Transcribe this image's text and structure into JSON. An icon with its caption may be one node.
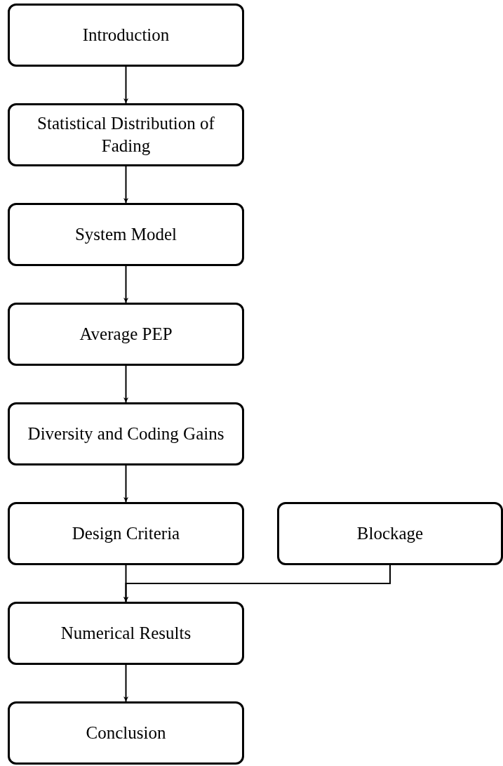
{
  "diagram": {
    "nodes": [
      {
        "text": [
          "Introduction"
        ]
      },
      {
        "text": [
          "Statistical Distribution of Fading"
        ]
      },
      {
        "text": [
          "System Model"
        ]
      },
      {
        "text": [
          "Average PEP"
        ]
      },
      {
        "text": [
          "Diversity and Coding Gains"
        ]
      },
      {
        "text": [
          "Design Criteria"
        ]
      },
      {
        "text": [
          "Blockage"
        ]
      },
      {
        "text": [
          "Numerical Results"
        ]
      },
      {
        "text": [
          "Conclusion"
        ]
      }
    ],
    "edges": [
      {
        "from": 0,
        "to": 1,
        "arrow": "to"
      },
      {
        "from": 1,
        "to": 2,
        "arrow": "to"
      },
      {
        "from": 2,
        "to": 3,
        "arrow": "to"
      },
      {
        "from": 3,
        "to": 4,
        "arrow": "to"
      },
      {
        "from": 4,
        "to": 5,
        "arrow": "to"
      },
      {
        "from": 5,
        "to": 7,
        "arrow": "to"
      },
      {
        "from": 6,
        "to": 7,
        "arrow": "to"
      },
      {
        "from": 7,
        "to": 8,
        "arrow": "to"
      }
    ]
  }
}
